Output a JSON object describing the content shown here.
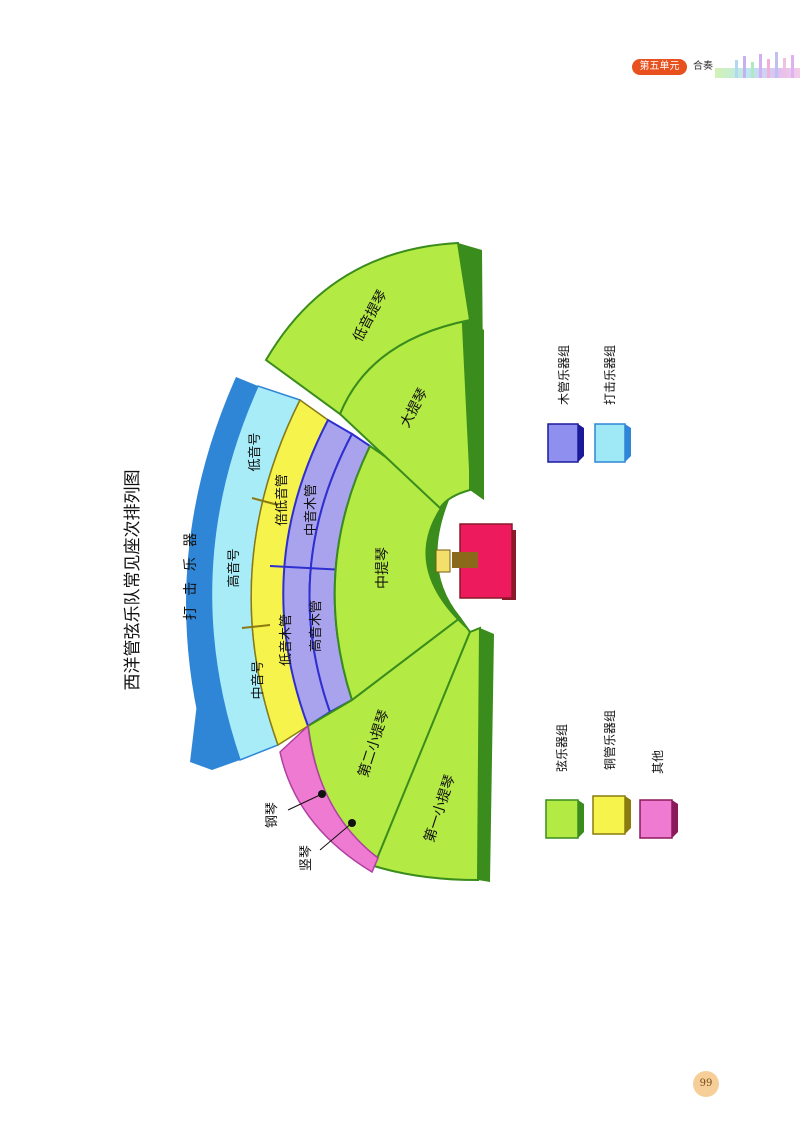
{
  "header": {
    "unit_label": "第五单元",
    "section_title": "合奏",
    "badge_color": "#e8501e"
  },
  "diagram": {
    "title": "西洋管弦乐队常见座次排列图",
    "sections": {
      "percussion": "打 击 乐 器",
      "trombone_low": "低音号",
      "trumpet": "高音号",
      "horn": "中音号",
      "contrabassoon": "倍低音管",
      "tenor_woodwind": "中音木管",
      "bassoon": "低音木管",
      "treble_woodwind": "高音木管",
      "double_bass": "低音提琴",
      "cello": "大提琴",
      "viola": "中提琴",
      "second_violin": "第二小提琴",
      "first_violin": "第一小提琴",
      "piano": "钢琴",
      "harp": "竖琴"
    },
    "legend": [
      {
        "label": "弦乐器组",
        "color": "#b3ea44"
      },
      {
        "label": "铜管乐器组",
        "color": "#f6f34c"
      },
      {
        "label": "其他",
        "color": "#ee7ad2"
      },
      {
        "label": "木管乐器组",
        "color": "#8f8ff0"
      },
      {
        "label": "打击乐器组",
        "color": "#9fe8f6"
      }
    ],
    "colors": {
      "strings": "#b3ea44",
      "strings_side": "#3a8c1c",
      "brass": "#f6f34c",
      "woodwind": "#a9a3ee",
      "woodwind_line": "#2f2fd0",
      "percussion": "#a8ecf8",
      "percussion_side": "#2f86d6",
      "other": "#ee7ad2",
      "podium": "#ee1a5e"
    }
  },
  "page_number": "99"
}
